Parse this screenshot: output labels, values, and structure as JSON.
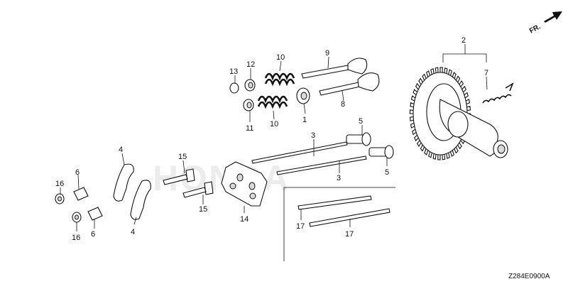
{
  "diagram": {
    "watermark": "HONDA",
    "direction_label": "FR.",
    "drawing_code": "Z284E0900A",
    "callouts": [
      {
        "id": "c2",
        "text": "2"
      },
      {
        "id": "c7",
        "text": "7"
      },
      {
        "id": "c9",
        "text": "9"
      },
      {
        "id": "c8",
        "text": "8"
      },
      {
        "id": "c10a",
        "text": "10"
      },
      {
        "id": "c10b",
        "text": "10"
      },
      {
        "id": "c12",
        "text": "12"
      },
      {
        "id": "c13",
        "text": "13"
      },
      {
        "id": "c11",
        "text": "11"
      },
      {
        "id": "c1",
        "text": "1"
      },
      {
        "id": "c5a",
        "text": "5"
      },
      {
        "id": "c5b",
        "text": "5"
      },
      {
        "id": "c3a",
        "text": "3"
      },
      {
        "id": "c3b",
        "text": "3"
      },
      {
        "id": "c4a",
        "text": "4"
      },
      {
        "id": "c4b",
        "text": "4"
      },
      {
        "id": "c15a",
        "text": "15"
      },
      {
        "id": "c15b",
        "text": "15"
      },
      {
        "id": "c14",
        "text": "14"
      },
      {
        "id": "c16a",
        "text": "16"
      },
      {
        "id": "c16b",
        "text": "16"
      },
      {
        "id": "c6a",
        "text": "6"
      },
      {
        "id": "c6b",
        "text": "6"
      },
      {
        "id": "c17a",
        "text": "17"
      },
      {
        "id": "c17b",
        "text": "17"
      }
    ]
  }
}
